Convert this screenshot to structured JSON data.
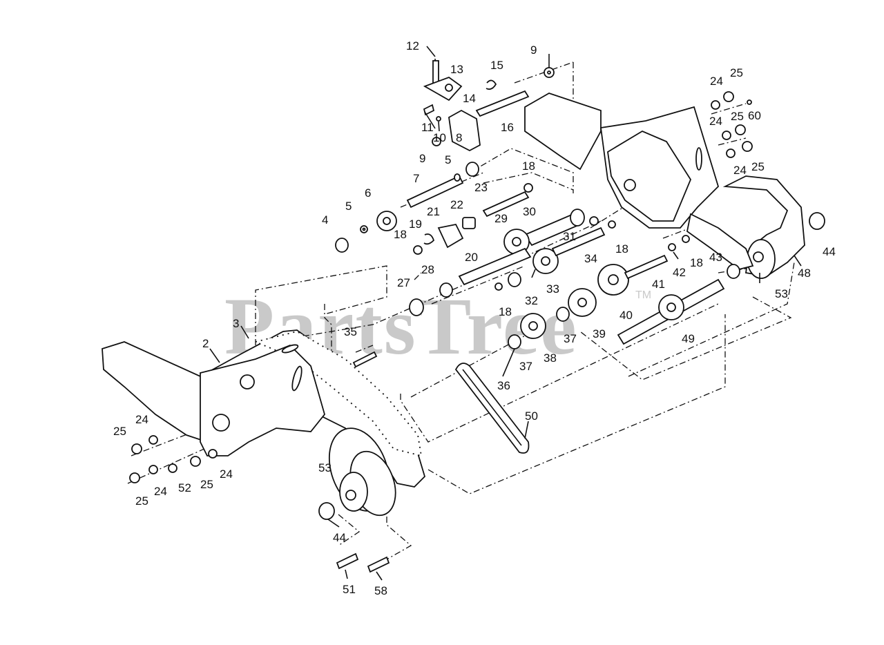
{
  "watermark": {
    "text": "PartsTree",
    "mark": "TM"
  },
  "callouts": {
    "c2": "2",
    "c3": "3",
    "c4": "4",
    "c5a": "5",
    "c5b": "5",
    "c6": "6",
    "c7": "7",
    "c8": "8",
    "c9a": "9",
    "c9b": "9",
    "c10": "10",
    "c11": "11",
    "c12": "12",
    "c13": "13",
    "c14": "14",
    "c15": "15",
    "c16": "16",
    "c18a": "18",
    "c18b": "18",
    "c18c": "18",
    "c18d": "18",
    "c18e": "18",
    "c19": "19",
    "c20": "20",
    "c21": "21",
    "c22": "22",
    "c23": "23",
    "c24a": "24",
    "c24b": "24",
    "c24c": "24",
    "c24d": "24",
    "c24e": "24",
    "c24f": "24",
    "c25a": "25",
    "c25b": "25",
    "c25c": "25",
    "c25d": "25",
    "c25e": "25",
    "c25f": "25",
    "c27": "27",
    "c28": "28",
    "c29": "29",
    "c30": "30",
    "c31": "31",
    "c32": "32",
    "c33": "33",
    "c34": "34",
    "c35": "35",
    "c36": "36",
    "c37a": "37",
    "c37b": "37",
    "c38": "38",
    "c39": "39",
    "c40": "40",
    "c41": "41",
    "c42": "42",
    "c43": "43",
    "c44a": "44",
    "c44b": "44",
    "c48": "48",
    "c49": "49",
    "c50": "50",
    "c51": "51",
    "c52": "52",
    "c53a": "53",
    "c53b": "53",
    "c58": "58",
    "c60": "60"
  }
}
